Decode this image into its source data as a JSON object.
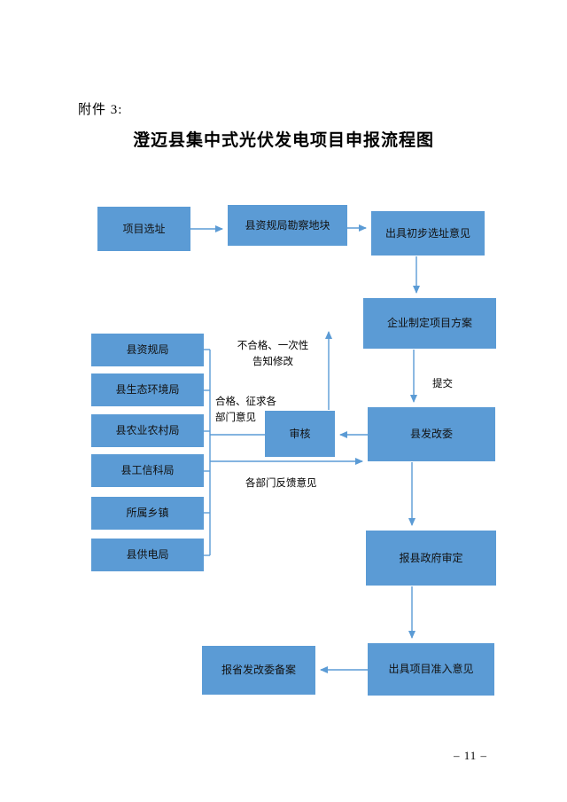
{
  "page": {
    "attachment_label": "附件 3:",
    "title": "澄迈县集中式光伏发电项目申报流程图",
    "page_number": "– 11 –"
  },
  "flowchart": {
    "colors": {
      "box_fill": "#5b9bd5",
      "arrow": "#5b9bd5",
      "text": "#111111"
    },
    "nodes": {
      "site_selection": "项目选址",
      "survey": "县资规局勘察地块",
      "preliminary_opinion": "出具初步选址意见",
      "enterprise_plan": "企业制定项目方案",
      "county_drc": "县发改委",
      "review": "审核",
      "county_gov_approval": "报县政府审定",
      "access_opinion": "出具项目准入意见",
      "provincial_filing": "报省发改委备案"
    },
    "departments": [
      "县资规局",
      "县生态环境局",
      "县农业农村局",
      "县工信科局",
      "所属乡镇",
      "县供电局"
    ],
    "edge_labels": {
      "submit": "提交",
      "unqualified": "不合格、一次性\n告知修改",
      "qualified": "合格、征求各\n部门意见",
      "feedback": "各部门反馈意见"
    }
  }
}
